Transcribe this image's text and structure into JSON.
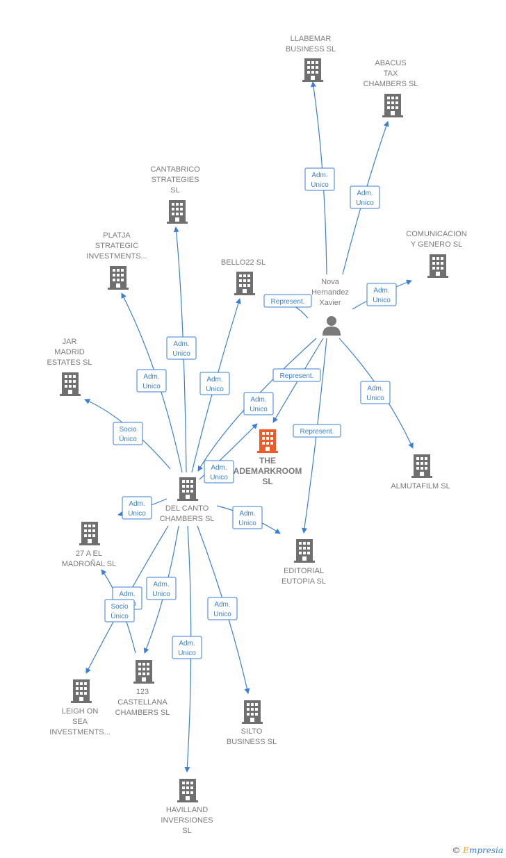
{
  "colors": {
    "company": "#6f6f6f",
    "focus": "#f05a28",
    "person": "#7a7a7a",
    "edge": "#3a7fd5"
  },
  "nodes": [
    {
      "id": "llabemar",
      "lines": [
        "LLABEMAR",
        "BUSINESS SL"
      ],
      "type": "company"
    },
    {
      "id": "abacus",
      "lines": [
        "ABACUS",
        "TAX",
        "CHAMBERS  SL"
      ],
      "type": "company"
    },
    {
      "id": "cantabrico",
      "lines": [
        "CANTABRICO",
        "STRATEGIES",
        "SL"
      ],
      "type": "company"
    },
    {
      "id": "comunicacion",
      "lines": [
        "COMUNICACION",
        "Y GENERO  SL"
      ],
      "type": "company"
    },
    {
      "id": "platja",
      "lines": [
        "PLATJA",
        "STRATEGIC",
        "INVESTMENTS..."
      ],
      "type": "company"
    },
    {
      "id": "bello22",
      "lines": [
        "BELLO22  SL"
      ],
      "type": "company"
    },
    {
      "id": "nova",
      "lines": [
        "Nova",
        "Hernandez",
        "Xavier"
      ],
      "type": "person"
    },
    {
      "id": "jar",
      "lines": [
        "JAR",
        "MADRID",
        "ESTATES  SL"
      ],
      "type": "company"
    },
    {
      "id": "the",
      "lines": [
        "THE",
        "ADEMARKROOM",
        "SL"
      ],
      "type": "focus"
    },
    {
      "id": "almutafilm",
      "lines": [
        "ALMUTAFILM SL"
      ],
      "type": "company"
    },
    {
      "id": "delcanto",
      "lines": [
        "DEL CANTO",
        "CHAMBERS  SL"
      ],
      "type": "company"
    },
    {
      "id": "a27",
      "lines": [
        "27 A EL",
        "MADROÑAL SL"
      ],
      "type": "company"
    },
    {
      "id": "editorial",
      "lines": [
        "EDITORIAL",
        "EUTOPIA  SL"
      ],
      "type": "company"
    },
    {
      "id": "leigh",
      "lines": [
        "LEIGH ON",
        "SEA",
        "INVESTMENTS..."
      ],
      "type": "company"
    },
    {
      "id": "c123",
      "lines": [
        "123",
        "CASTELLANA",
        "CHAMBERS  SL"
      ],
      "type": "company"
    },
    {
      "id": "silto",
      "lines": [
        "SILTO",
        "BUSINESS SL"
      ],
      "type": "company"
    },
    {
      "id": "havilland",
      "lines": [
        "HAVILLAND",
        "INVERSIONES",
        "SL"
      ],
      "type": "company"
    }
  ],
  "edges": [
    {
      "from": "nova",
      "to": "llabemar",
      "label": [
        "Adm.",
        "Unico"
      ]
    },
    {
      "from": "nova",
      "to": "abacus",
      "label": [
        "Adm.",
        "Unico"
      ]
    },
    {
      "from": "nova",
      "to": "comunicacion",
      "label": [
        "Adm.",
        "Unico"
      ]
    },
    {
      "from": "nova",
      "to": "delcanto",
      "label": [
        "Represent."
      ]
    },
    {
      "from": "nova",
      "to": "the",
      "label": [
        "Represent."
      ]
    },
    {
      "from": "nova",
      "to": "editorial",
      "label": [
        "Represent."
      ]
    },
    {
      "from": "nova",
      "to": "almutafilm",
      "label": [
        "Adm.",
        "Unico"
      ]
    },
    {
      "from": "nova",
      "to": "delcanto2",
      "label": [
        "Adm.",
        "Unico"
      ]
    },
    {
      "from": "delcanto",
      "to": "cantabrico",
      "label": [
        "Adm.",
        "Unico"
      ]
    },
    {
      "from": "delcanto",
      "to": "platja",
      "label": [
        "Adm.",
        "Unico"
      ]
    },
    {
      "from": "delcanto",
      "to": "bello22",
      "label": [
        "Adm.",
        "Unico"
      ]
    },
    {
      "from": "delcanto",
      "to": "jar",
      "label": [
        "Socio",
        "Único"
      ]
    },
    {
      "from": "delcanto",
      "to": "the",
      "label": [
        "Adm.",
        "Unico"
      ]
    },
    {
      "from": "delcanto",
      "to": "a27",
      "label": [
        "Adm.",
        "Unico"
      ]
    },
    {
      "from": "delcanto",
      "to": "editorial",
      "label": [
        "Adm.",
        "Unico"
      ]
    },
    {
      "from": "delcanto",
      "to": "leigh",
      "label": [
        "Adm.",
        "Unico"
      ]
    },
    {
      "from": "delcanto",
      "to": "c123",
      "label": [
        "Adm.",
        "Unico"
      ]
    },
    {
      "from": "delcanto",
      "to": "silto",
      "label": [
        "Adm.",
        "Unico"
      ]
    },
    {
      "from": "delcanto",
      "to": "havilland",
      "label": [
        "Adm.",
        "Unico"
      ]
    },
    {
      "from": "c123",
      "to": "a27",
      "label": [
        "Socio",
        "Único"
      ]
    }
  ],
  "copyright": {
    "symbol": "©",
    "brand_first": "E",
    "brand_rest": "mpresia"
  }
}
